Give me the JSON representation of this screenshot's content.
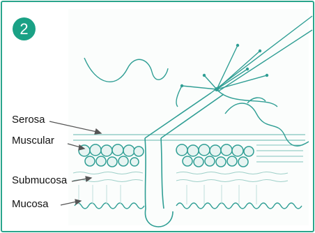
{
  "figure": {
    "number": "2",
    "labels": {
      "serosa": "Serosa",
      "muscular": "Muscular",
      "submucosa": "Submucosa",
      "mucosa": "Mucosa"
    }
  },
  "colors": {
    "accent": "#1aa185",
    "border": "#2aa58c",
    "drawing": "#2f9e94",
    "drawing_light": "#bfe0dc",
    "arrow": "#555555"
  }
}
